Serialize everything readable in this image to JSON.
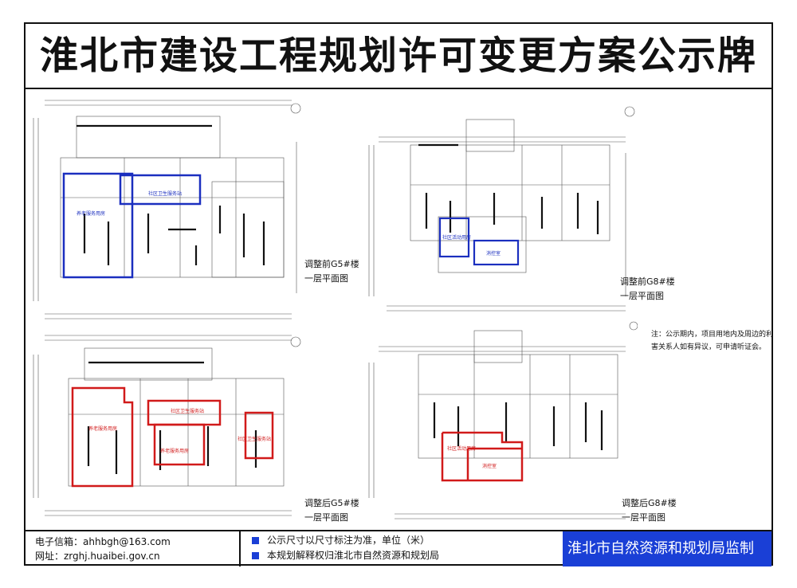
{
  "title": "淮北市建设工程规划许可变更方案公示牌",
  "plans": {
    "before_g5": {
      "caption1": "调整前G5#楼",
      "caption2": "一层平面图",
      "rooms": [
        "养老服务用房",
        "社区卫生服务站"
      ],
      "highlight": "#1b2fbf"
    },
    "before_g8": {
      "caption1": "调整前G8#楼",
      "caption2": "一层平面图",
      "rooms": [
        "社区活动用房",
        "消控室"
      ],
      "highlight": "#1b2fbf"
    },
    "after_g5": {
      "caption1": "调整后G5#楼",
      "caption2": "一层平面图",
      "rooms": [
        "养老服务用房",
        "社区卫生服务站",
        "养老服务用房",
        "社区卫生服务站"
      ],
      "highlight": "#d11a1a"
    },
    "after_g8": {
      "caption1": "调整后G8#楼",
      "caption2": "一层平面图",
      "rooms": [
        "社区活动用房",
        "消控室"
      ],
      "highlight": "#d11a1a"
    }
  },
  "note": "注：公示期内，项目用地内及周边的利害关系人如有异议，可申请听证会。",
  "contact": {
    "email": "电子信箱：ahhbgh@163.com",
    "website": "网址：zrghj.huaibei.gov.cn"
  },
  "rules": [
    "公示尺寸以尺寸标注为准，单位（米）",
    "本规划解释权归淮北市自然资源和规划局"
  ],
  "agency": "淮北市自然资源和规划局监制",
  "colors": {
    "bullet": "#1a3fd6",
    "agency_bg": "#1a3fd6"
  }
}
